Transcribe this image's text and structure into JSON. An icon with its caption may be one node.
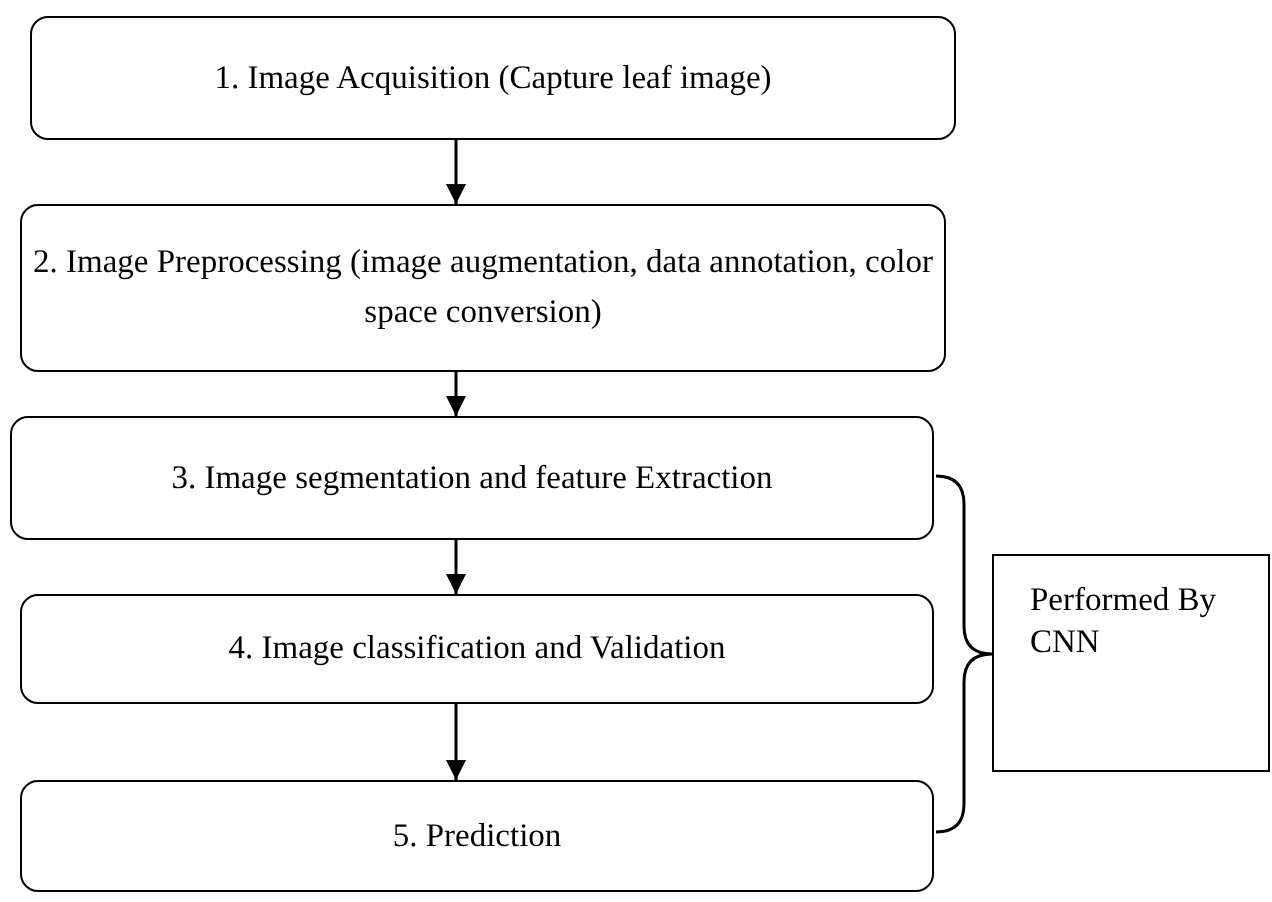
{
  "diagram": {
    "nodes": [
      {
        "text": [
          "1. Image Acquisition (Capture leaf image)"
        ]
      },
      {
        "text": [
          "2. Image Preprocessing (image augmentation, data annotation, color space conversion)"
        ]
      },
      {
        "text": [
          "3. Image segmentation and feature Extraction"
        ]
      },
      {
        "text": [
          "4. Image classification and Validation"
        ]
      },
      {
        "text": [
          "5.  Prediction"
        ]
      },
      {
        "text": [
          "Performed By CNN"
        ]
      }
    ],
    "edges": [
      {
        "from": 0,
        "to": 1,
        "arrow": "to"
      },
      {
        "from": 1,
        "to": 2,
        "arrow": "to"
      },
      {
        "from": 2,
        "to": 3,
        "arrow": "to"
      },
      {
        "from": 3,
        "to": 4,
        "arrow": "to"
      }
    ]
  }
}
